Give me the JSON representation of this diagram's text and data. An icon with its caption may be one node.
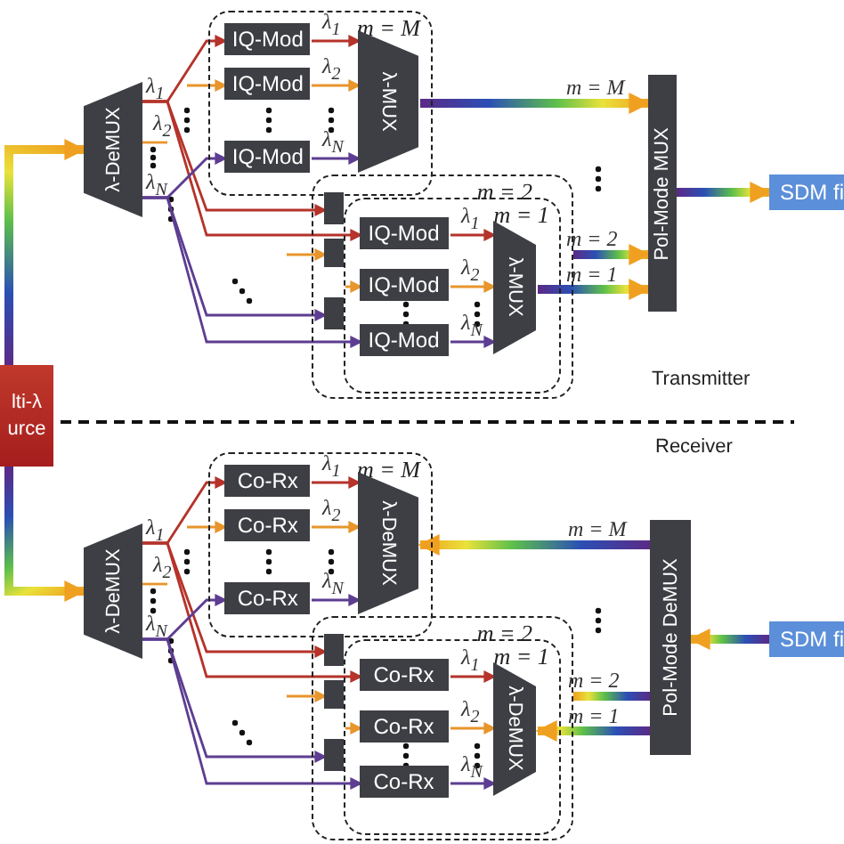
{
  "diagram": {
    "nodes": [
      {
        "text": [
          "lti-λ urce"
        ]
      },
      {
        "text": [
          "λ-DeMUX"
        ]
      },
      {
        "text": [
          "m = M"
        ]
      },
      {
        "text": [
          "IQ-Mod"
        ],
        "in": 2
      },
      {
        "text": [
          "IQ-Mod"
        ],
        "in": 2
      },
      {
        "text": [
          "IQ-Mod"
        ],
        "in": 2
      },
      {
        "text": [
          "λ-MUX"
        ],
        "in": 2
      },
      {
        "text": [
          "m = 2"
        ]
      },
      {
        "text": [],
        "shape": "box",
        "in": 7
      },
      {
        "text": [],
        "shape": "box",
        "in": 7
      },
      {
        "text": [],
        "shape": "box",
        "in": 7
      },
      {
        "text": [
          "m = 1"
        ],
        "in": 7
      },
      {
        "text": [
          "IQ-Mod"
        ],
        "in": 11
      },
      {
        "text": [
          "IQ-Mod"
        ],
        "in": 11
      },
      {
        "text": [
          "IQ-Mod"
        ],
        "in": 11
      },
      {
        "text": [
          "λ-MUX"
        ],
        "in": 11
      },
      {
        "text": [
          "Pol-Mode MUX"
        ]
      },
      {
        "text": [
          "SDM fi"
        ]
      },
      {
        "text": [
          "λ-DeMUX"
        ]
      },
      {
        "text": [
          "m = M"
        ]
      },
      {
        "text": [
          "Co-Rx"
        ],
        "in": 19
      },
      {
        "text": [
          "Co-Rx"
        ],
        "in": 19
      },
      {
        "text": [
          "Co-Rx"
        ],
        "in": 19
      },
      {
        "text": [
          "λ-DeMUX"
        ],
        "in": 19
      },
      {
        "text": [
          "m = 2"
        ]
      },
      {
        "text": [],
        "shape": "box",
        "in": 24
      },
      {
        "text": [],
        "shape": "box",
        "in": 24
      },
      {
        "text": [],
        "shape": "box",
        "in": 24
      },
      {
        "text": [
          "m = 1"
        ],
        "in": 24
      },
      {
        "text": [
          "Co-Rx"
        ],
        "in": 28
      },
      {
        "text": [
          "Co-Rx"
        ],
        "in": 28
      },
      {
        "text": [
          "Co-Rx"
        ],
        "in": 28
      },
      {
        "text": [
          "λ-DeMUX"
        ],
        "in": 28
      },
      {
        "text": [
          "Pol-Mode DeMUX"
        ]
      },
      {
        "text": [
          "SDM fi"
        ]
      }
    ],
    "edges": [
      {
        "from": 0,
        "to": 1,
        "arrow": "to",
        "style": "thick"
      },
      {
        "from": 1,
        "to": 3,
        "arrow": "to",
        "color": "#b5332a"
      },
      {
        "from": 1,
        "to": 8,
        "arrow": "to",
        "color": "#b5332a"
      },
      {
        "from": 1,
        "to": 12,
        "arrow": "to",
        "color": "#b5332a"
      },
      {
        "from": 1,
        "to": null,
        "arrow": "none",
        "label": "λ$_{2}$",
        "color": "#e8952c"
      },
      {
        "from": null,
        "to": 4,
        "arrow": "to",
        "color": "#e8952c"
      },
      {
        "from": null,
        "to": 9,
        "arrow": "to",
        "color": "#e8952c"
      },
      {
        "from": null,
        "to": 13,
        "arrow": "to",
        "color": "#e8952c"
      },
      {
        "from": 1,
        "to": 5,
        "arrow": "to",
        "color": "#5d3d91"
      },
      {
        "from": 1,
        "to": 10,
        "arrow": "to",
        "color": "#5d3d91"
      },
      {
        "from": 1,
        "to": 14,
        "arrow": "to",
        "color": "#5d3d91"
      },
      {
        "from": 3,
        "to": 6,
        "arrow": "to",
        "label": "λ$_{1}$",
        "color": "#b5332a"
      },
      {
        "from": 4,
        "to": 6,
        "arrow": "to",
        "label": "λ$_{2}$",
        "color": "#e8952c"
      },
      {
        "from": 5,
        "to": 6,
        "arrow": "to",
        "label": "λ$_{N}$",
        "color": "#5d3d91"
      },
      {
        "from": 12,
        "to": 15,
        "arrow": "to",
        "label": "λ$_{1}$",
        "color": "#b5332a"
      },
      {
        "from": 13,
        "to": 15,
        "arrow": "to",
        "label": "λ$_{2}$",
        "color": "#e8952c"
      },
      {
        "from": 14,
        "to": 15,
        "arrow": "to",
        "label": "λ$_{N}$",
        "color": "#5d3d91"
      },
      {
        "from": 6,
        "to": 16,
        "arrow": "to",
        "label": "m = M",
        "style": "thick"
      },
      {
        "from": 7,
        "to": 16,
        "arrow": "to",
        "label": "m = 2",
        "style": "thick"
      },
      {
        "from": 15,
        "to": 16,
        "arrow": "to",
        "label": "m = 1",
        "style": "thick"
      },
      {
        "from": 16,
        "to": 17,
        "arrow": "to",
        "style": "thick"
      },
      {
        "from": 0,
        "to": 18,
        "arrow": "to",
        "style": "thick"
      },
      {
        "from": 18,
        "to": 20,
        "arrow": "to",
        "color": "#b5332a"
      },
      {
        "from": 18,
        "to": 25,
        "arrow": "to",
        "color": "#b5332a"
      },
      {
        "from": 18,
        "to": 29,
        "arrow": "to",
        "color": "#b5332a"
      },
      {
        "from": 18,
        "to": null,
        "arrow": "none",
        "label": "λ$_{2}$",
        "color": "#e8952c"
      },
      {
        "from": null,
        "to": 21,
        "arrow": "to",
        "color": "#e8952c"
      },
      {
        "from": null,
        "to": 26,
        "arrow": "to",
        "color": "#e8952c"
      },
      {
        "from": null,
        "to": 30,
        "arrow": "to",
        "color": "#e8952c"
      },
      {
        "from": 18,
        "to": 22,
        "arrow": "to",
        "color": "#5d3d91"
      },
      {
        "from": 18,
        "to": 27,
        "arrow": "to",
        "color": "#5d3d91"
      },
      {
        "from": 18,
        "to": 31,
        "arrow": "to",
        "color": "#5d3d91"
      },
      {
        "from": 20,
        "to": 23,
        "arrow": "to",
        "label": "λ$_{1}$",
        "color": "#b5332a"
      },
      {
        "from": 21,
        "to": 23,
        "arrow": "to",
        "label": "λ$_{2}$",
        "color": "#e8952c"
      },
      {
        "from": 22,
        "to": 23,
        "arrow": "to",
        "label": "λ$_{N}$",
        "color": "#5d3d91"
      },
      {
        "from": 29,
        "to": 32,
        "arrow": "to",
        "label": "λ$_{1}$",
        "color": "#b5332a"
      },
      {
        "from": 30,
        "to": 32,
        "arrow": "to",
        "label": "λ$_{2}$",
        "color": "#e8952c"
      },
      {
        "from": 31,
        "to": 32,
        "arrow": "to",
        "label": "λ$_{N}$",
        "color": "#5d3d91"
      },
      {
        "from": 33,
        "to": 23,
        "arrow": "to",
        "label": "m = M",
        "style": "thick"
      },
      {
        "from": 33,
        "to": 24,
        "arrow": "none",
        "label": "m = 2",
        "style": "thick"
      },
      {
        "from": 33,
        "to": 32,
        "arrow": "to",
        "label": "m = 1",
        "style": "thick"
      },
      {
        "from": 34,
        "to": 33,
        "arrow": "to",
        "style": "thick"
      }
    ],
    "labels": [
      "λ$_{1}$",
      "λ$_{N}$",
      "Transmitter",
      "Receiver",
      "λ$_{1}$",
      "λ$_{N}$"
    ]
  }
}
